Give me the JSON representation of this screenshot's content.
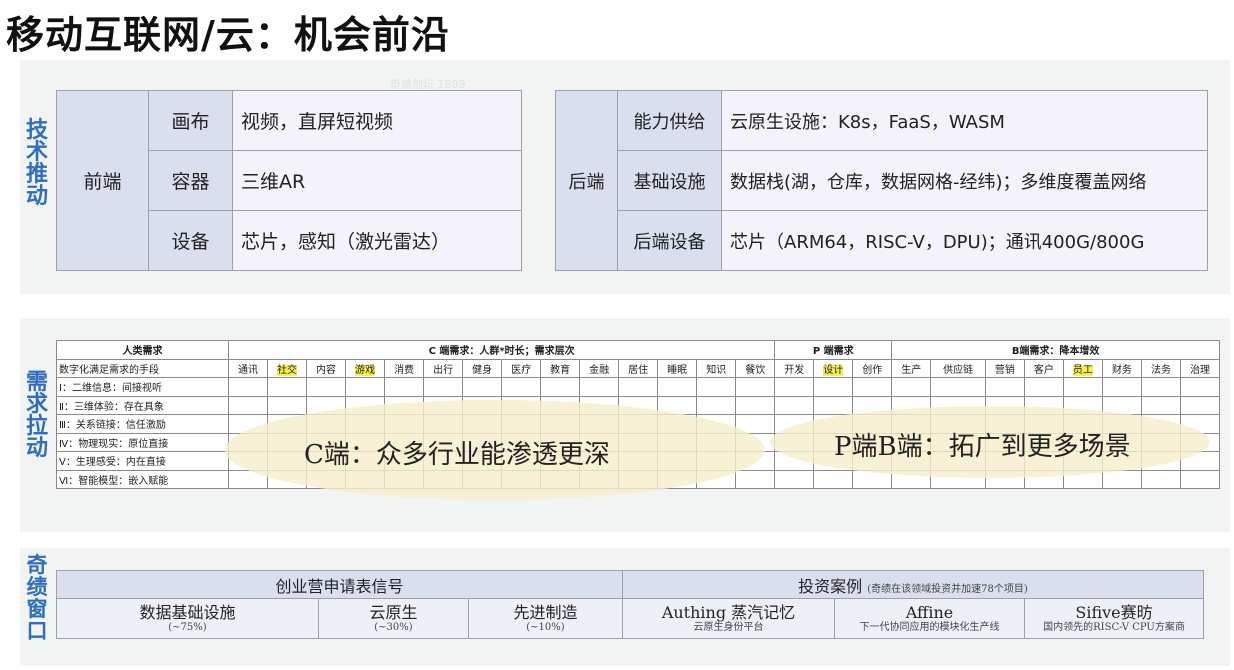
{
  "title": "移动互联网/云：机会前沿",
  "sections": {
    "tech": "技术推动",
    "demand": "需求拉动",
    "miracle": "奇绩窗口"
  },
  "frontend": {
    "label": "前端",
    "rows": [
      {
        "k": "画布",
        "v": "视频，直屏短视频"
      },
      {
        "k": "容器",
        "v": "三维AR"
      },
      {
        "k": "设备",
        "v": "芯片，感知（激光雷达）"
      }
    ]
  },
  "backend": {
    "label": "后端",
    "rows": [
      {
        "k": "能力供给",
        "v": "云原生设施：K8s，FaaS，WASM"
      },
      {
        "k": "基础设施",
        "v": "数据栈(湖，仓库，数据网格-经纬)；多维度覆盖网络"
      },
      {
        "k": "后端设备",
        "v": "芯片（ARM64，RISC-V，DPU)；通讯400G/800G"
      }
    ]
  },
  "demand": {
    "corner": "人类需求",
    "groups": {
      "c": "C 端需求：人群*时长；需求层次",
      "p": "P 端需求",
      "b": "B端需求：降本增效"
    },
    "subheader_label": "数字化满足需求的手段",
    "c_cols": [
      "通讯",
      "社交",
      "内容",
      "游戏",
      "消费",
      "出行",
      "健身",
      "医疗",
      "教育",
      "金融",
      "居住",
      "睡眠",
      "知识",
      "餐饮"
    ],
    "p_cols": [
      "开发",
      "设计",
      "创作"
    ],
    "b_cols": [
      "生产",
      "供应链",
      "营销",
      "客户",
      "员工",
      "财务",
      "法务",
      "治理"
    ],
    "rows": [
      "Ⅰ：二维信息：间接视听",
      "Ⅱ：三维体验：存在具象",
      "Ⅲ：关系链接：信任激励",
      "Ⅳ：物理现实：原位直接",
      "Ⅴ：生理感受：内在直接",
      "Ⅵ：智能模型：嵌入赋能"
    ],
    "ellipse_c": "C端：众多行业能渗透更深",
    "ellipse_pb": "P端B端：拓广到更多场景",
    "highlight_color": "#f7ef4a"
  },
  "miracle": {
    "left_header": "创业营申请表信号",
    "right_header": "投资案例",
    "right_note": "(奇绩在该领域投资并加速78个项目)",
    "cells": [
      {
        "t": "数据基础设施",
        "s": "(~75%)"
      },
      {
        "t": "云原生",
        "s": "(~30%)"
      },
      {
        "t": "先进制造",
        "s": "(~10%)"
      },
      {
        "t": "Authing 蒸汽记忆",
        "s": "云原生身份平台"
      },
      {
        "t": "Affine",
        "s": "下一代协同应用的模块化生产线"
      },
      {
        "t": "Sifive赛昉",
        "s": "国内领先的RISC-V CPU方案商"
      }
    ]
  },
  "watermark": "奇绩创坛 1899",
  "colors": {
    "section_label": "#2f6dbf",
    "panel_bg": "#f2f3f3",
    "header_bg": "#dadff0",
    "cell_bg": "#ecedf6"
  }
}
